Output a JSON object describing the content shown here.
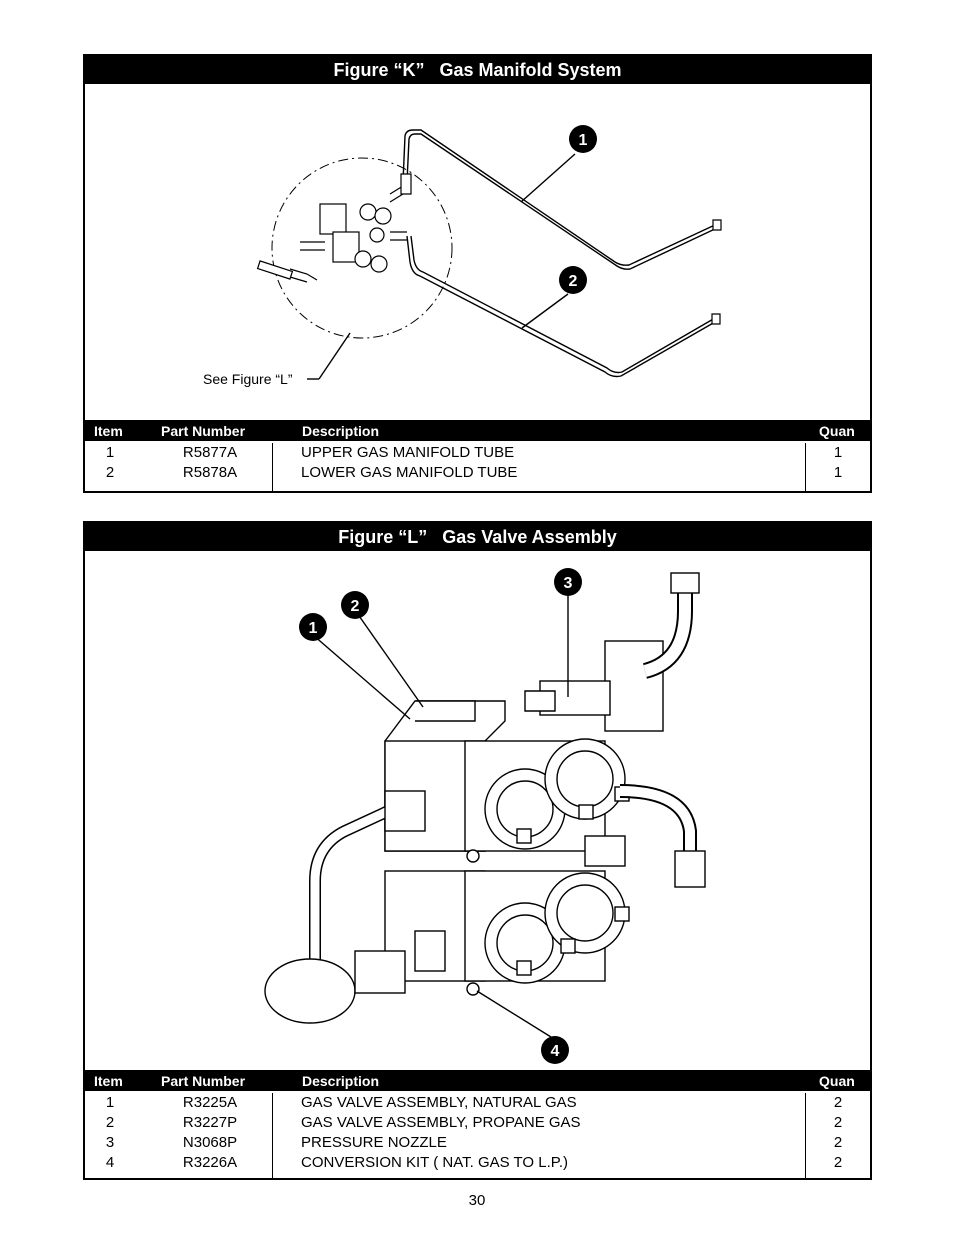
{
  "figure_k": {
    "title": "Figure “K”   Gas Manifold System",
    "see_label": "See Figure “L”",
    "callouts": [
      "1",
      "2"
    ],
    "headers": {
      "item": "Item",
      "part": "Part Number",
      "desc": "Description",
      "quan": "Quan"
    },
    "rows": [
      {
        "item": "1",
        "part": "R5877A",
        "desc": "UPPER GAS MANIFOLD TUBE",
        "quan": "1"
      },
      {
        "item": "2",
        "part": "R5878A",
        "desc": "LOWER GAS MANIFOLD TUBE",
        "quan": "1"
      }
    ]
  },
  "figure_l": {
    "title": "Figure “L”   Gas Valve Assembly",
    "callouts": [
      "1",
      "2",
      "3",
      "4"
    ],
    "headers": {
      "item": "Item",
      "part": "Part Number",
      "desc": "Description",
      "quan": "Quan"
    },
    "rows": [
      {
        "item": "1",
        "part": "R3225A",
        "desc": "GAS VALVE ASSEMBLY, NATURAL GAS",
        "quan": "2"
      },
      {
        "item": "2",
        "part": "R3227P",
        "desc": "GAS VALVE ASSEMBLY, PROPANE GAS",
        "quan": "2"
      },
      {
        "item": "3",
        "part": "N3068P",
        "desc": "PRESSURE NOZZLE",
        "quan": "2"
      },
      {
        "item": "4",
        "part": "R3226A",
        "desc": "CONVERSION KIT ( NAT. GAS TO L.P.)",
        "quan": "2"
      }
    ]
  },
  "page_number": "30"
}
